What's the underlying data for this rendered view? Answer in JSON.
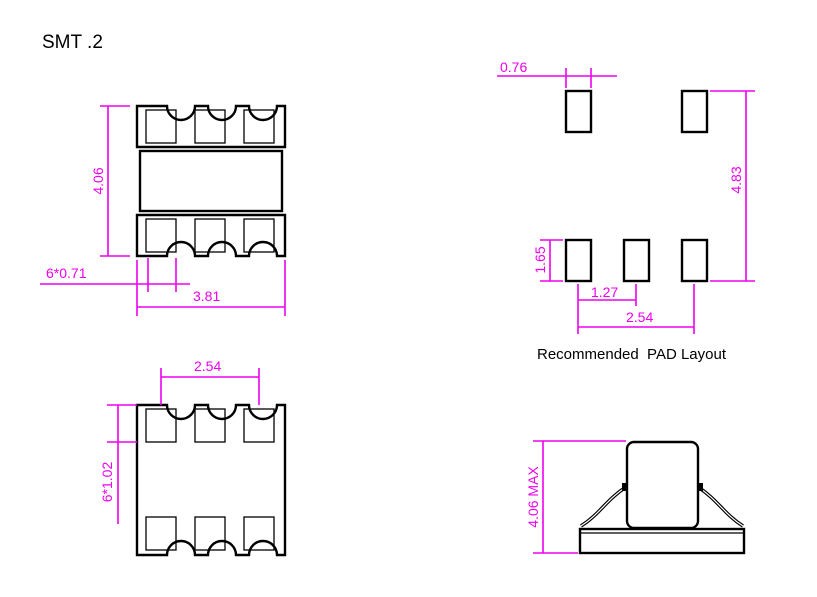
{
  "title": "SMT .2",
  "colors": {
    "dimension": "#ee00ee",
    "outline": "#000000",
    "background": "#ffffff"
  },
  "top_view": {
    "height_dim": "4.06",
    "pad_width_dim": "6*0.71",
    "body_width_dim": "3.81"
  },
  "bottom_view": {
    "pitch_dim": "2.54",
    "pad_length_dim": "6*1.02"
  },
  "pad_layout": {
    "pad_width_dim": "0.76",
    "row_spacing_dim": "4.83",
    "pad_length_dim": "1.65",
    "pitch_dim": "1.27",
    "span_dim": "2.54",
    "caption": "Recommended  PAD Layout"
  },
  "side_view": {
    "height_dim": "4.06 MAX"
  }
}
